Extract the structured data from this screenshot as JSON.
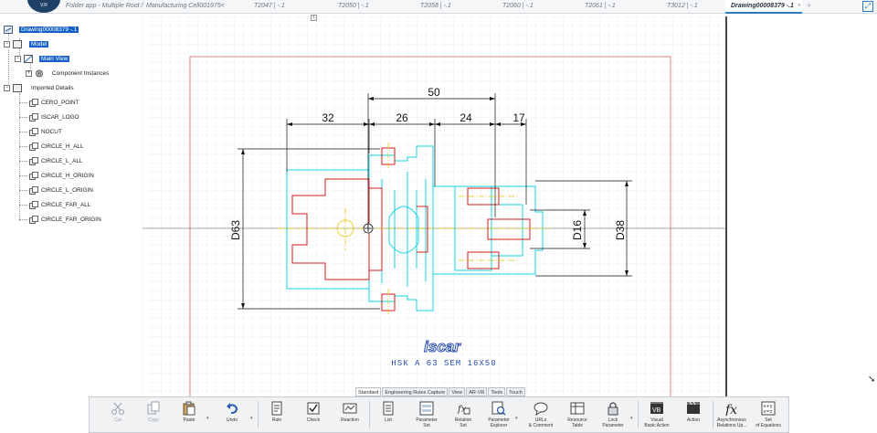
{
  "app": {
    "logo_text": "V.R",
    "tabs": [
      {
        "label": "Folder app - Multiple Root /",
        "active": false
      },
      {
        "label": "Manufacturing Cell001975<",
        "active": false
      },
      {
        "label": "T2047 | -.1",
        "active": false
      },
      {
        "label": "T2050 | -.1",
        "active": false
      },
      {
        "label": "T2058 | -.1",
        "active": false
      },
      {
        "label": "T2060 | -.1",
        "active": false
      },
      {
        "label": "T2061 | -.1",
        "active": false
      },
      {
        "label": "T3012 | -.1",
        "active": false
      },
      {
        "label": "Drawing00008379 -.1",
        "active": true
      }
    ],
    "tab_close": "×",
    "tab_plus": "+"
  },
  "tree": {
    "root": "Drawing00008379 -.1",
    "model": "Model",
    "main_view": "Main View",
    "component_instances": "Component Instances",
    "imported_details": "Imported Details",
    "details": [
      "CERO_POINT",
      "ISCAR_LOGO",
      "NOCUT",
      "CIRCLE_H_ALL",
      "CIRCLE_L_ALL",
      "CIRCLE_H_ORIGIN",
      "CIRCLE_L_ORIGIN",
      "CIRCLE_FAR_ALL",
      "CIRCLE_FAR_ORIGIN"
    ]
  },
  "drawing": {
    "dimensions": [
      "50",
      "32",
      "26",
      "24",
      "17",
      "D63",
      "D16",
      "D38"
    ],
    "brand_logo": "iscar",
    "caption": "HSK A 63 SEM 16X50"
  },
  "sections": [
    {
      "label": "Standard",
      "active": true
    },
    {
      "label": "Engineering Rules Capture",
      "active": false
    },
    {
      "label": "View",
      "active": false
    },
    {
      "label": "AR-VR",
      "active": false
    },
    {
      "label": "Tools",
      "active": false
    },
    {
      "label": "Touch",
      "active": false
    }
  ],
  "toolbar": [
    {
      "label": "Cut",
      "icon": "scissors-icon",
      "enabled": false
    },
    {
      "label": "Copy",
      "icon": "copy-icon",
      "enabled": false
    },
    {
      "label": "Paste",
      "icon": "paste-icon",
      "enabled": true
    },
    {
      "label": "Undo",
      "icon": "undo-icon",
      "enabled": true
    },
    {
      "label": "Rule",
      "icon": "rule-icon",
      "enabled": true
    },
    {
      "label": "Check",
      "icon": "check-icon",
      "enabled": true
    },
    {
      "label": "Reaction",
      "icon": "reaction-icon",
      "enabled": true
    },
    {
      "label": "List",
      "icon": "list-icon",
      "enabled": true
    },
    {
      "label": "Parameter\nSet",
      "icon": "parameter-set-icon",
      "enabled": true
    },
    {
      "label": "Relation\nSet",
      "icon": "relation-set-icon",
      "enabled": true
    },
    {
      "label": "Parameter\nExplorer",
      "icon": "parameter-explorer-icon",
      "enabled": true
    },
    {
      "label": "URLs\n& Comment",
      "icon": "comment-icon",
      "enabled": true
    },
    {
      "label": "Resource\nTable",
      "icon": "resource-table-icon",
      "enabled": true
    },
    {
      "label": "Lock\nParameter",
      "icon": "lock-icon",
      "enabled": true
    },
    {
      "label": "Visual\nBasic Action",
      "icon": "vb-action-icon",
      "enabled": true
    },
    {
      "label": "Action",
      "icon": "action-icon",
      "enabled": true
    },
    {
      "label": "Asynchronous\nRelations Up...",
      "icon": "fx-icon",
      "enabled": true
    },
    {
      "label": "Set\nof Equations",
      "icon": "equations-icon",
      "enabled": true
    }
  ],
  "colors": {
    "geometry_cyan": "#11d3e3",
    "section_red": "#d41b1b",
    "centerline_yellow": "#e8c400",
    "dimension_black": "#111111",
    "frame_red": "#e06060",
    "logo_blue": "#2c4fb0",
    "selection_blue": "#1561c6"
  }
}
